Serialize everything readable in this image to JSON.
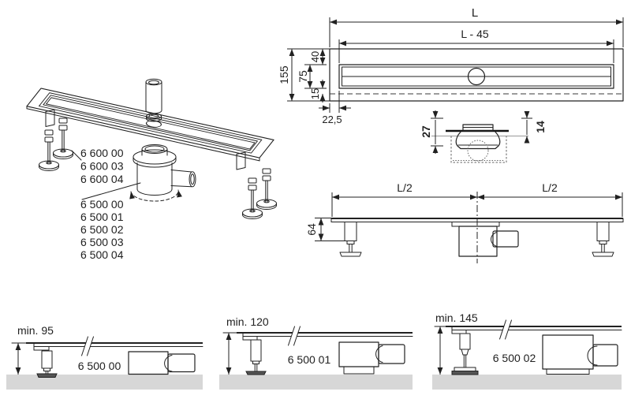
{
  "colors": {
    "line": "#212121",
    "floor": "#d7d7d7",
    "hidden_detail": "#666666",
    "gray_line": "#999999"
  },
  "iso_view": {
    "foot_part_numbers": [
      "6 600 00",
      "6 600 03",
      "6 600 04"
    ],
    "trap_part_numbers": [
      "6 500 00",
      "6 500 01",
      "6 500 02",
      "6 500 03",
      "6 500 04"
    ]
  },
  "plan_view": {
    "length": "L",
    "inner_length": "L - 45",
    "overall_width": "155",
    "top_offset": "40",
    "channel_width": "75",
    "bottom_offset": "15",
    "end_offset": "22,5"
  },
  "cap_detail": {
    "total_height": "27",
    "grate_height": "14"
  },
  "side_view": {
    "left_half": "L/2",
    "right_half": "L/2",
    "build_height": "64"
  },
  "install_views": [
    {
      "min_height": "min. 95",
      "part_number": "6 500 00"
    },
    {
      "min_height": "min. 120",
      "part_number": "6 500 01"
    },
    {
      "min_height": "min. 145",
      "part_number": "6 500 02"
    }
  ]
}
